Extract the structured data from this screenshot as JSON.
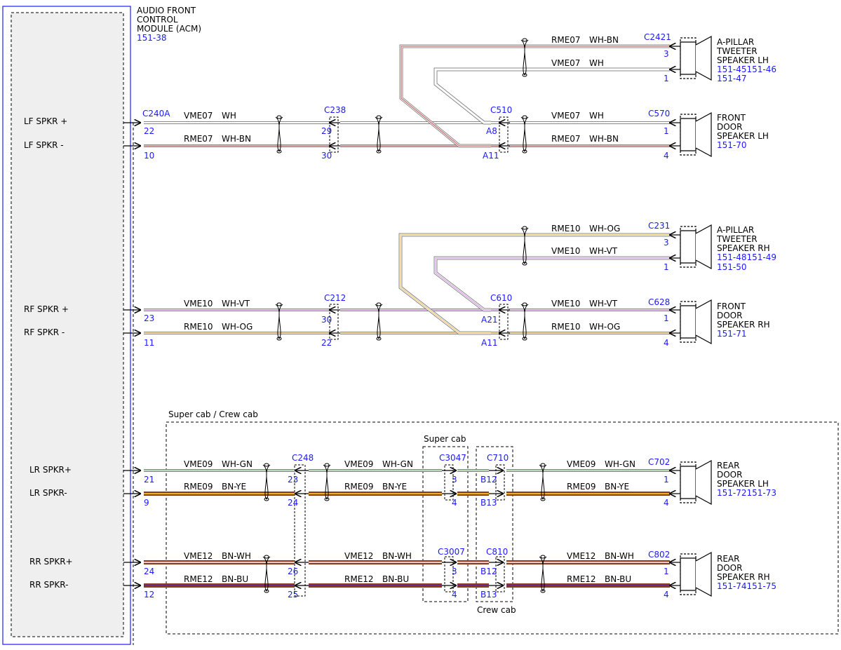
{
  "module": {
    "title_lines": [
      "AUDIO FRONT",
      "CONTROL",
      "MODULE (ACM)"
    ],
    "ref": "151-38"
  },
  "pins": [
    {
      "label": "LF SPKR +",
      "number": "22"
    },
    {
      "label": "LF SPKR -",
      "number": "10"
    },
    {
      "label": "RF SPKR +",
      "number": "23"
    },
    {
      "label": "RF SPKR -",
      "number": "11"
    },
    {
      "label": "LR SPKR+",
      "number": "21"
    },
    {
      "label": "LR SPKR-",
      "number": "9"
    },
    {
      "label": "RR SPKR+",
      "number": "24"
    },
    {
      "label": "RR SPKR-",
      "number": "12"
    }
  ],
  "wires": [
    {
      "circuit": "VME07",
      "color": "WH"
    },
    {
      "circuit": "RME07",
      "color": "WH-BN"
    },
    {
      "circuit": "VME10",
      "color": "WH-VT"
    },
    {
      "circuit": "RME10",
      "color": "WH-OG"
    },
    {
      "circuit": "VME09",
      "color": "WH-GN"
    },
    {
      "circuit": "RME09",
      "color": "BN-YE"
    },
    {
      "circuit": "VME12",
      "color": "BN-WH"
    },
    {
      "circuit": "RME12",
      "color": "BN-BU"
    }
  ],
  "connectors": {
    "c240a": "C240A",
    "c238": {
      "name": "C238",
      "pin_a": "29",
      "pin_b": "30"
    },
    "c510": {
      "name": "C510",
      "pin_a": "A8",
      "pin_b": "A11"
    },
    "c570": {
      "name": "C570",
      "pin_a": "1",
      "pin_b": "4"
    },
    "c2421": {
      "name": "C2421",
      "pin_a": "3",
      "pin_b": "1"
    },
    "c212": {
      "name": "C212",
      "pin_a": "30",
      "pin_b": "22"
    },
    "c610": {
      "name": "C610",
      "pin_a": "A21",
      "pin_b": "A11"
    },
    "c628": {
      "name": "C628",
      "pin_a": "1",
      "pin_b": "4"
    },
    "c231": {
      "name": "C231",
      "pin_a": "3",
      "pin_b": "1"
    },
    "c248": {
      "name": "C248",
      "pin_a": "23",
      "pin_b": "24"
    },
    "c3047": {
      "name": "C3047",
      "pin_a": "3",
      "pin_b": "4"
    },
    "c710": {
      "name": "C710",
      "pin_a": "B12",
      "pin_b": "B13"
    },
    "c702": {
      "name": "C702",
      "pin_a": "1",
      "pin_b": "4"
    },
    "c3007": {
      "name": "C3007",
      "pin_a": "3",
      "pin_b": "4"
    },
    "c810": {
      "name": "C810",
      "pin_a": "B12",
      "pin_b": "B13"
    },
    "c802": {
      "name": "C802",
      "pin_a": "1",
      "pin_b": "4"
    },
    "c802_in": {
      "pin_a": "26",
      "pin_b": "25"
    }
  },
  "speakers": [
    {
      "lines": [
        "A-PILLAR",
        "TWEETER",
        "SPEAKER LH"
      ],
      "refs": [
        "151-45151-46",
        "151-47"
      ]
    },
    {
      "lines": [
        "FRONT",
        "DOOR",
        "SPEAKER LH"
      ],
      "refs": [
        "151-70"
      ]
    },
    {
      "lines": [
        "A-PILLAR",
        "TWEETER",
        "SPEAKER RH"
      ],
      "refs": [
        "151-48151-49",
        "151-50"
      ]
    },
    {
      "lines": [
        "FRONT",
        "DOOR",
        "SPEAKER RH"
      ],
      "refs": [
        "151-71"
      ]
    },
    {
      "lines": [
        "REAR",
        "DOOR",
        "SPEAKER LH"
      ],
      "refs": [
        "151-72151-73"
      ]
    },
    {
      "lines": [
        "REAR",
        "DOOR",
        "SPEAKER RH"
      ],
      "refs": [
        "151-74151-75"
      ]
    }
  ],
  "regions": {
    "super_crew": "Super cab / Crew cab",
    "super": "Super cab",
    "crew": "Crew cab"
  },
  "wire_colors": {
    "WH": "#ffffff",
    "BN": "#8b3a1a",
    "VT": "#d9a0e8",
    "OG": "#f5c56a",
    "GN": "#5fbf5f",
    "YE": "#e8b800",
    "BU": "#6a2c8a"
  }
}
